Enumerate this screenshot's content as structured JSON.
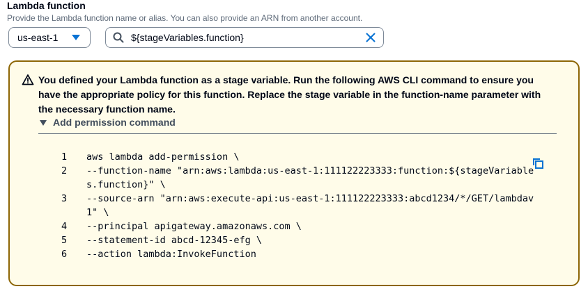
{
  "field": {
    "title": "Lambda function",
    "description": "Provide the Lambda function name or alias. You can also provide an ARN from another account."
  },
  "region_select": {
    "value": "us-east-1"
  },
  "function_input": {
    "value": "${stageVariables.function}"
  },
  "alert": {
    "message": "You defined your Lambda function as a stage variable. Run the following AWS CLI command to ensure you have the appropriate policy for this function. Replace the stage variable in the function-name parameter with the necessary function name.",
    "expandable_label": "Add permission command",
    "code_lines": [
      {
        "n": "1",
        "text": "aws lambda add-permission \\"
      },
      {
        "n": "2",
        "text": "--function-name \"arn:aws:lambda:us-east-1:111122223333:function:${stageVariables.function}\" \\"
      },
      {
        "n": "3",
        "text": "--source-arn \"arn:aws:execute-api:us-east-1:111122223333:abcd1234/*/GET/lambdav1\" \\"
      },
      {
        "n": "4",
        "text": "--principal apigateway.amazonaws.com \\"
      },
      {
        "n": "5",
        "text": "--statement-id abcd-12345-efg \\"
      },
      {
        "n": "6",
        "text": "--action lambda:InvokeFunction"
      }
    ]
  },
  "colors": {
    "accent": "#0972d3",
    "warning_border": "#8d6605",
    "warning_bg": "#fffce9"
  },
  "icons": [
    "caret-down-icon",
    "search-icon",
    "clear-icon",
    "warning-icon",
    "triangle-down-icon",
    "copy-icon"
  ]
}
